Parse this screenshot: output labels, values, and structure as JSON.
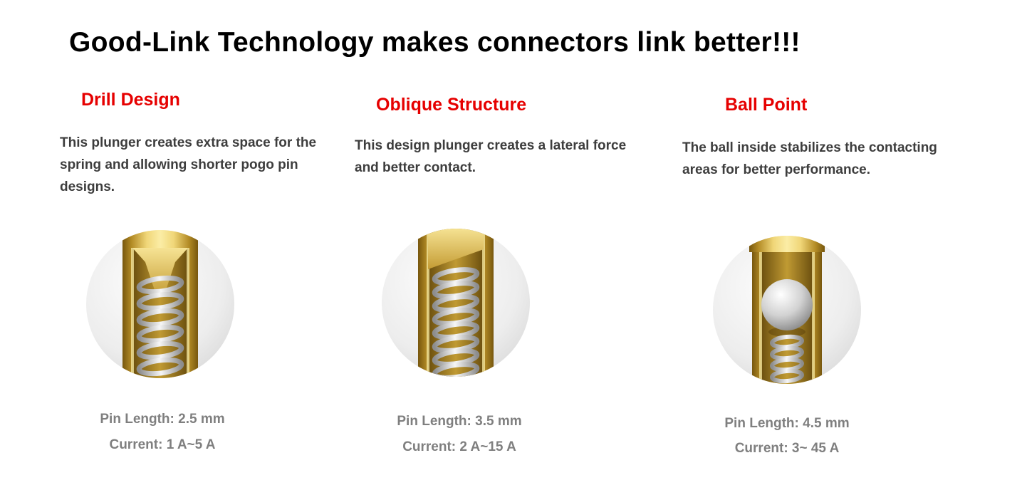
{
  "page": {
    "title": "Good-Link Technology makes connectors link better!!!"
  },
  "colors": {
    "heading_red": "#e60000",
    "body_text": "#3d3d3d",
    "spec_text": "#7f7f7f",
    "gold_brand": "#d4af37",
    "spring_silver": "#c9c9c9"
  },
  "features": [
    {
      "heading": "Drill Design",
      "description": "This plunger creates extra space for the spring and allowing shorter pogo pin designs.",
      "image_name": "drill-design-cutaway",
      "pin_length": "Pin Length: 2.5 mm",
      "current": "Current: 1 A~5 A"
    },
    {
      "heading": "Oblique Structure",
      "description": "This design plunger creates a lateral force and better contact.",
      "image_name": "oblique-structure-cutaway",
      "pin_length": "Pin Length: 3.5 mm",
      "current": "Current: 2 A~15 A"
    },
    {
      "heading": "Ball Point",
      "description": "The ball inside stabilizes the contacting areas for better performance.",
      "image_name": "ball-point-cutaway",
      "pin_length": "Pin Length: 4.5 mm",
      "current": "Current: 3~ 45 A"
    }
  ]
}
